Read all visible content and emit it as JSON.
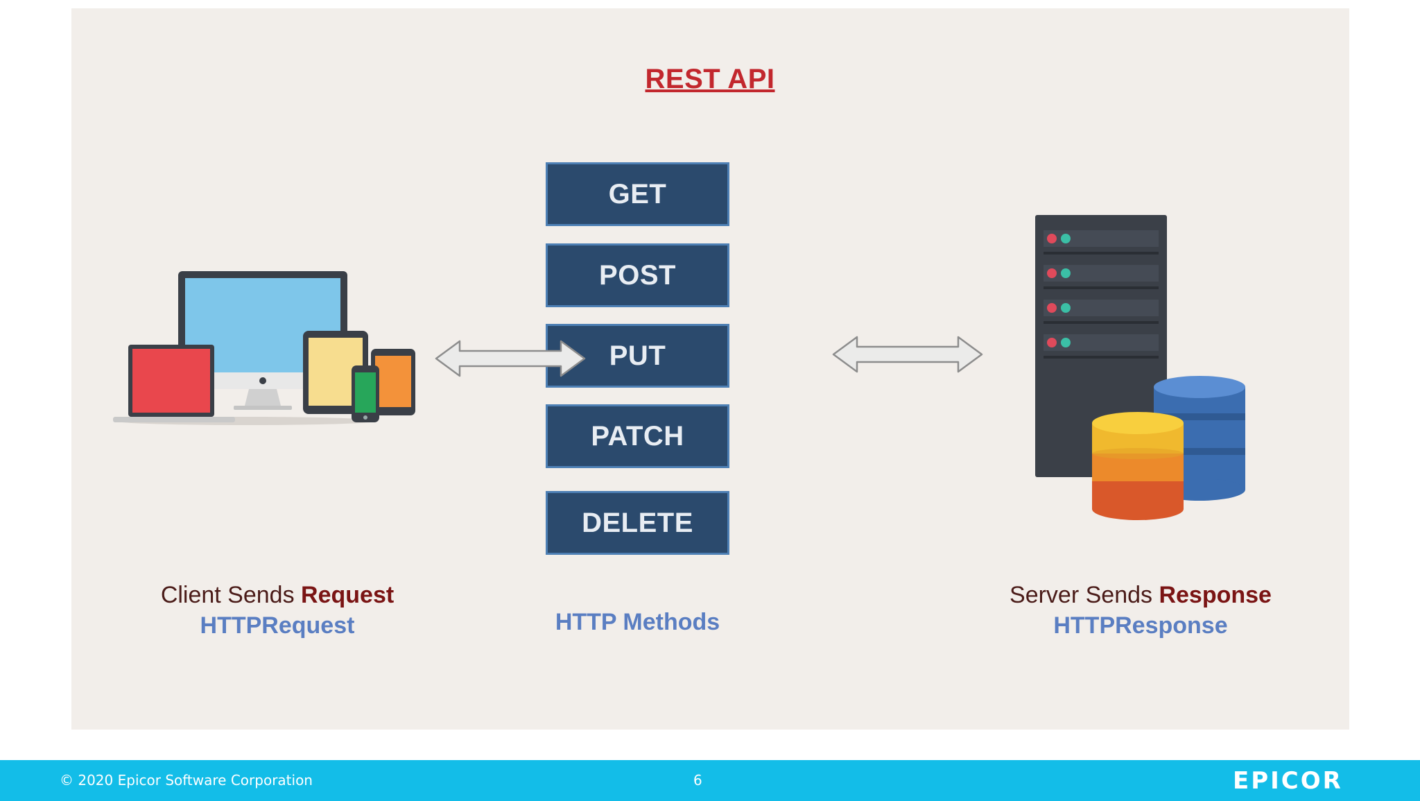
{
  "diagram": {
    "title": "REST API",
    "methods": [
      "GET",
      "POST",
      "PUT",
      "PATCH",
      "DELETE"
    ],
    "client": {
      "line1_prefix": "Client Sends ",
      "line1_bold": "Request",
      "line2": "HTTPRequest"
    },
    "center": {
      "label": "HTTP Methods"
    },
    "server": {
      "line1_prefix": "Server Sends ",
      "line1_bold": "Response",
      "line2": "HTTPResponse"
    },
    "colors": {
      "title": "#c2272d",
      "method_fill": "#2b4a6d",
      "method_border": "#4d7fb4",
      "blue_label": "#5a7ec2",
      "footer": "#13bde8"
    },
    "icons": [
      "devices-icon",
      "double-arrow-icon",
      "server-icon",
      "database-icon"
    ]
  },
  "footer": {
    "copyright": "© 2020 Epicor Software Corporation",
    "page_number": "6",
    "logo_text": "EPICOR"
  }
}
